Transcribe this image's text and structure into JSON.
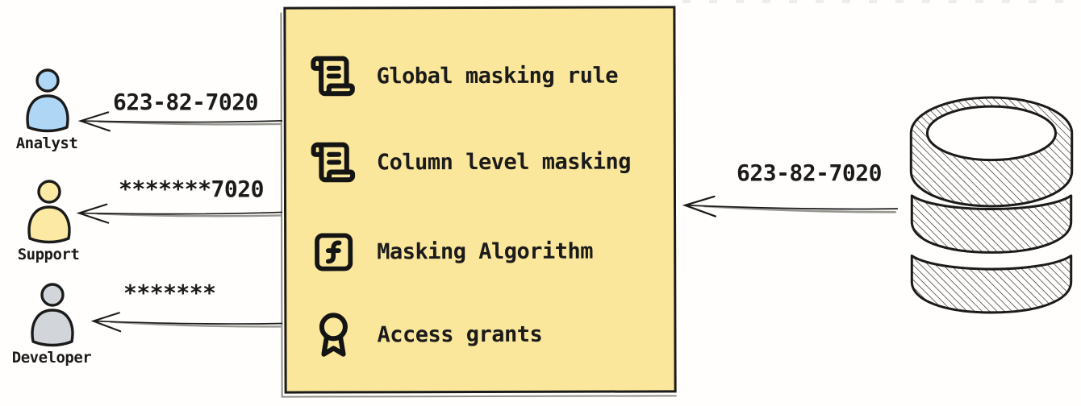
{
  "diagram_name": "data-masking-flow",
  "masking_box": {
    "background": "#fbe79b",
    "items": [
      {
        "icon": "scroll-text-icon",
        "label": "Global masking rule"
      },
      {
        "icon": "scroll-text-icon",
        "label": "Column level masking"
      },
      {
        "icon": "function-square-icon",
        "label": "Masking Algorithm"
      },
      {
        "icon": "award-icon",
        "label": "Access grants"
      }
    ]
  },
  "personas": [
    {
      "name": "Analyst",
      "received_value": "623-82-7020",
      "color": "#b0d6f5"
    },
    {
      "name": "Support",
      "received_value": "*******7020",
      "color": "#fbe9a4"
    },
    {
      "name": "Developer",
      "received_value": "*******",
      "color": "#d2d6da"
    }
  ],
  "database": {
    "icon": "database-icon",
    "outgoing_value": "623-82-7020"
  },
  "colors": {
    "stroke": "#1b1b1b",
    "sketch_gray": "#8d8d86",
    "background": "#fffefc"
  }
}
